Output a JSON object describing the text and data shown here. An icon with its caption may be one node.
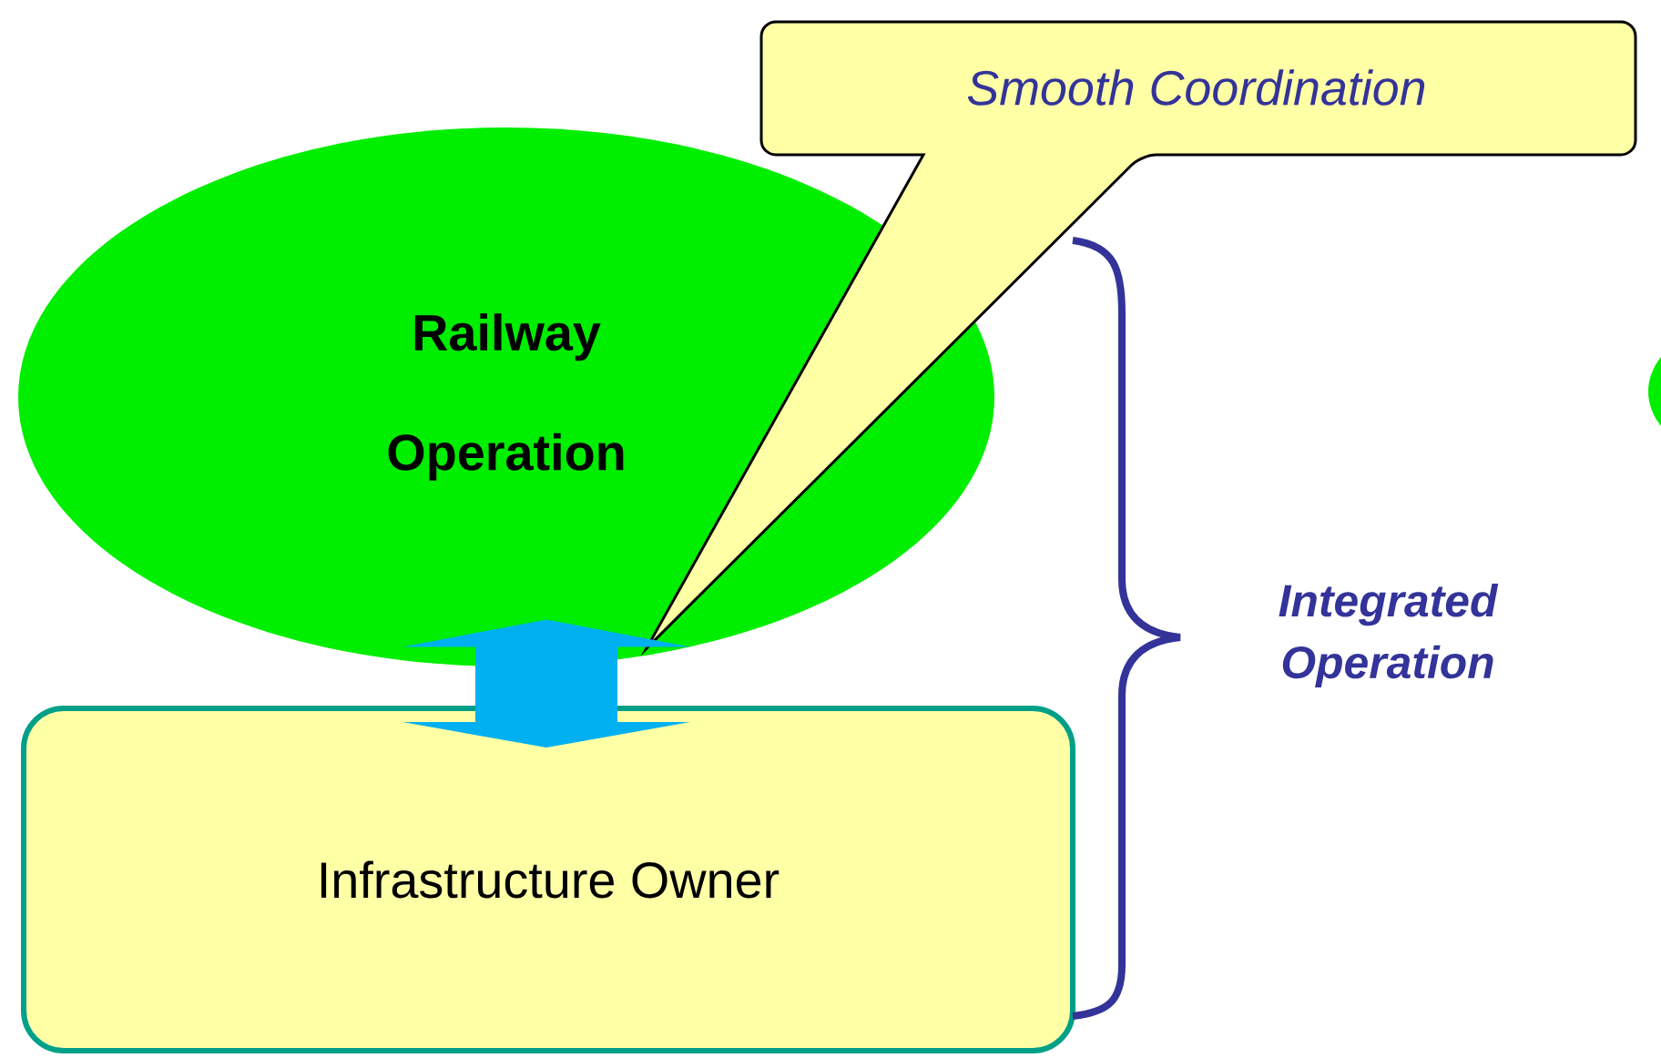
{
  "diagram": {
    "nodes": [
      {
        "text": [
          "Railway Operation"
        ]
      },
      {
        "text": [
          "Infrastructure Owner"
        ]
      },
      {
        "text": [
          "Smooth Coordination"
        ]
      },
      {
        "text": [],
        "shape": "ellipse"
      }
    ],
    "edges": [
      {
        "from": 0,
        "to": 1,
        "arrow": "both"
      }
    ],
    "labels": [
      "Integrated Operation"
    ]
  }
}
